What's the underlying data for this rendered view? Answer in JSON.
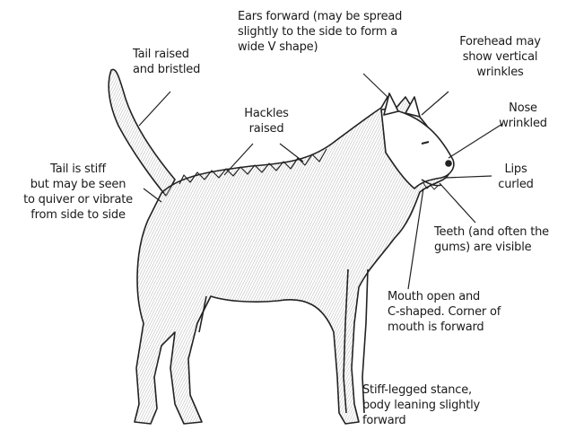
{
  "labels": {
    "ears": "Ears forward (may be spread\nslightly to the side to form a\nwide V shape)",
    "tail_raised": "Tail raised\nand bristled",
    "forehead": "Forehead may\nshow vertical\nwrinkles",
    "hackles": "Hackles\nraised",
    "nose": "Nose\nwrinkled",
    "tail_stiff": "Tail is stiff\nbut may be seen\nto quiver or vibrate\nfrom side to side",
    "lips": "Lips\ncurled",
    "teeth": "Teeth (and often the\ngums) are visible",
    "mouth": "Mouth open and\nC-shaped. Corner of\nmouth is forward",
    "stance": "Stiff-legged stance,\nbody leaning slightly\nforward"
  }
}
